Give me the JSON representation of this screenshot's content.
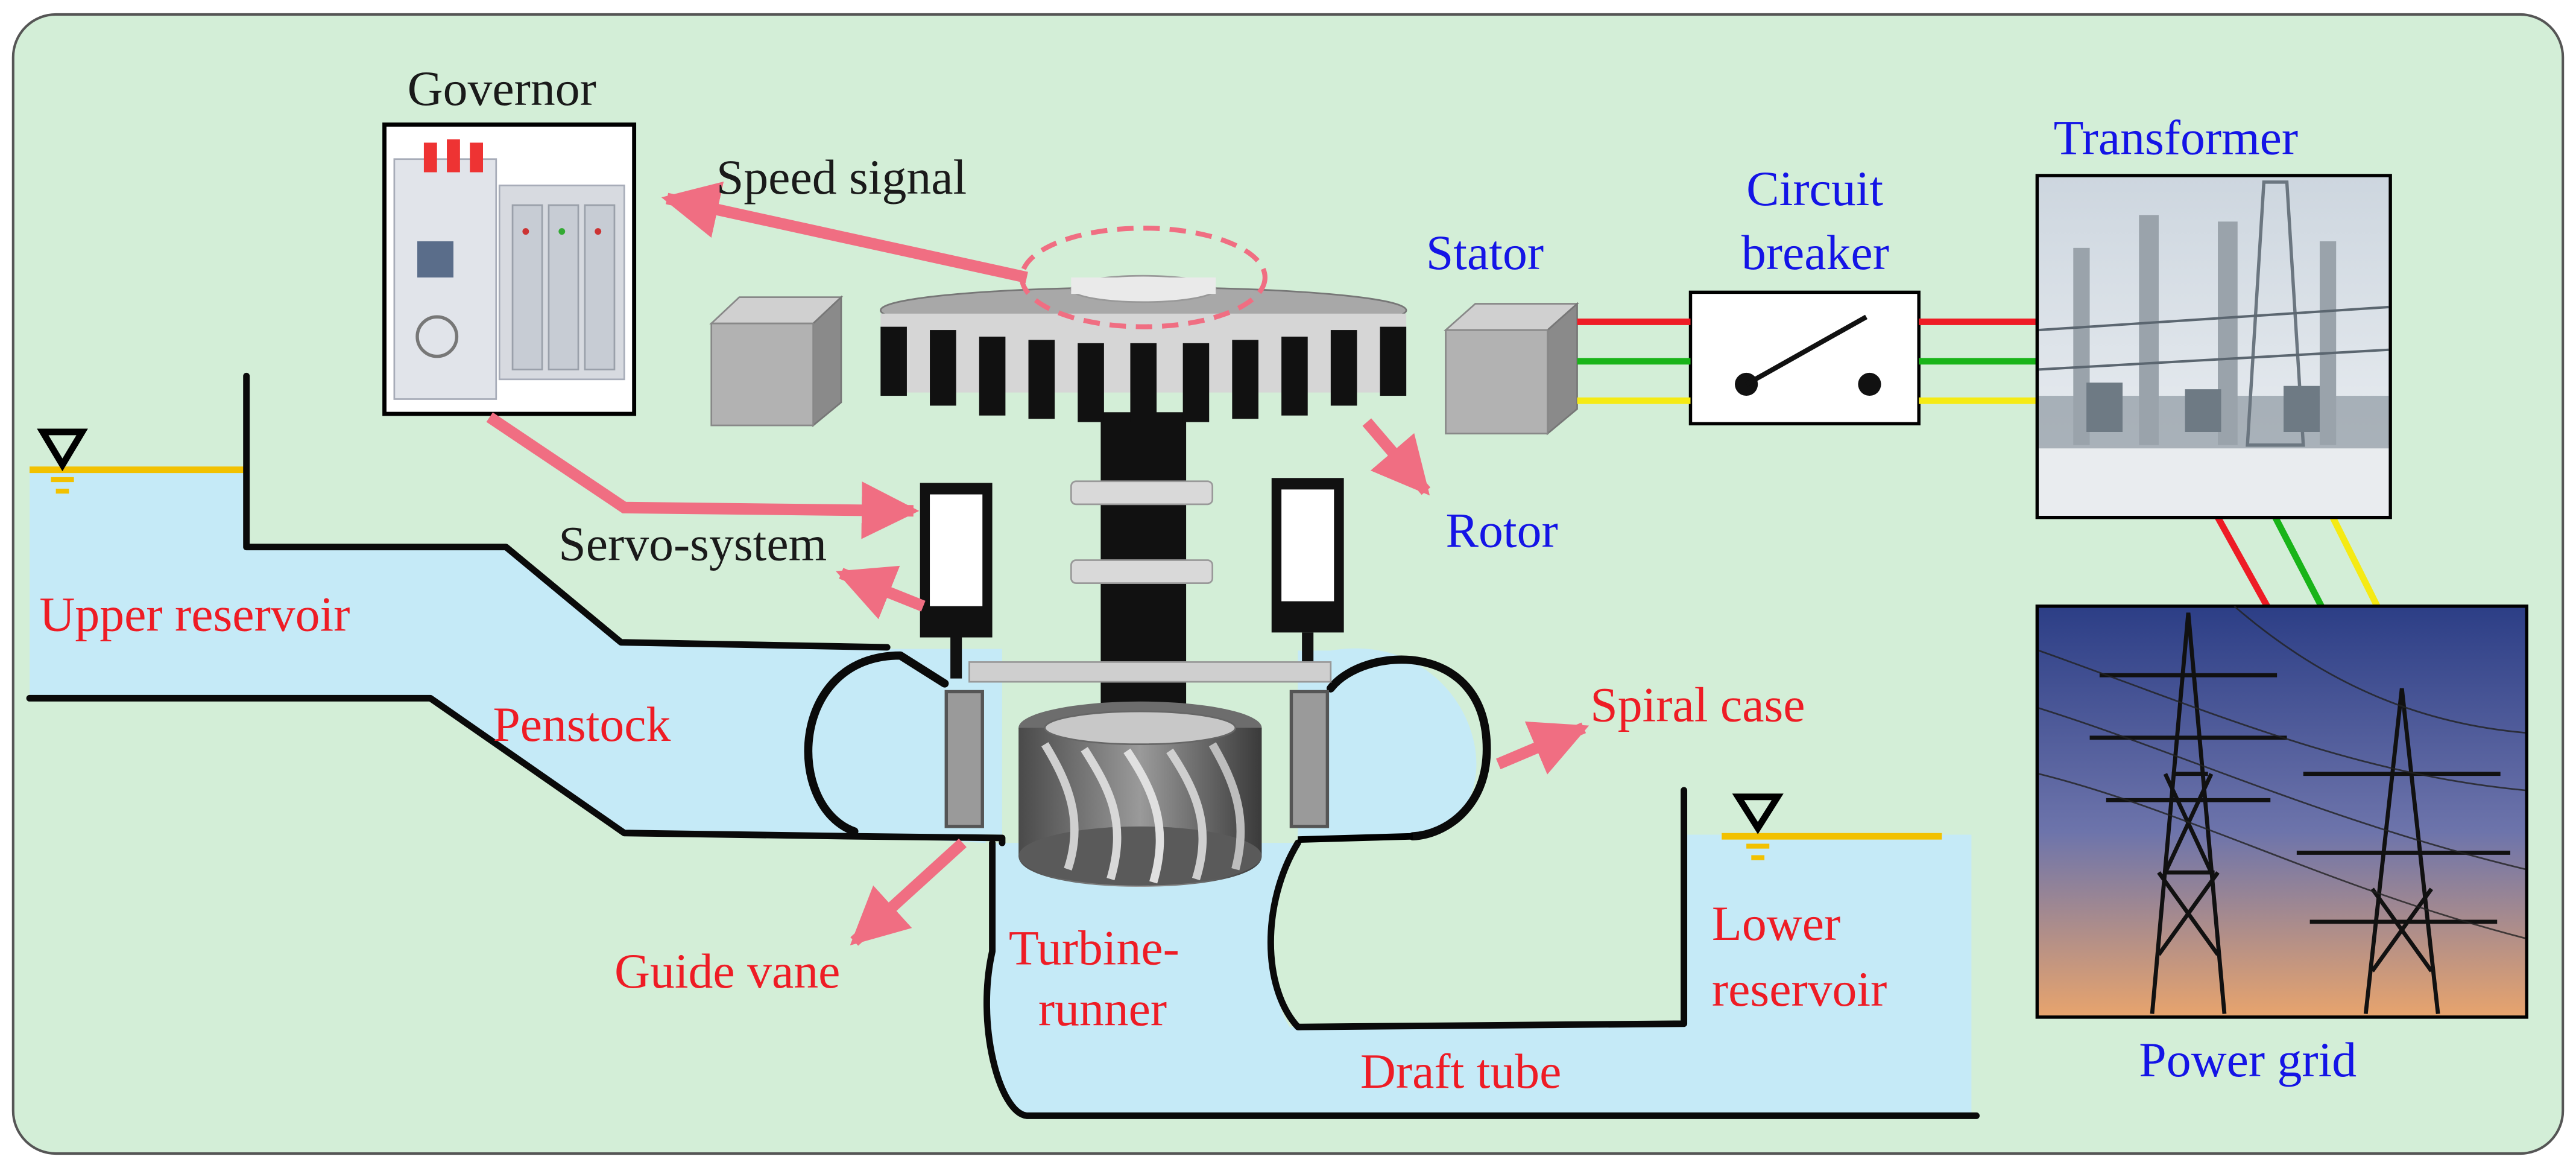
{
  "labels": {
    "governor": "Governor",
    "speed_signal": "Speed signal",
    "stator": "Stator",
    "circuit_breaker_line1": "Circuit",
    "circuit_breaker_line2": "breaker",
    "transformer": "Transformer",
    "servo_system": "Servo-system",
    "rotor": "Rotor",
    "upper_reservoir": "Upper reservoir",
    "penstock": "Penstock",
    "spiral_case": "Spiral case",
    "guide_vane": "Guide vane",
    "turbine_runner_line1": "Turbine-",
    "turbine_runner_line2": "runner",
    "lower_reservoir_line1": "Lower",
    "lower_reservoir_line2": "reservoir",
    "draft_tube": "Draft tube",
    "power_grid": "Power grid"
  },
  "colors": {
    "background": "#d3eed7",
    "water": "#c5eaf7",
    "label_blue": "#1414e6",
    "label_red": "#ee1c25",
    "arrow_pink": "#f06e82",
    "phase_red": "#ee1c25",
    "phase_green": "#19b419",
    "phase_yellow": "#f5ea14",
    "water_level_line": "#f2c100"
  },
  "icons": {
    "water_level": "water-level-triangle-icon",
    "breaker": "switch-icon",
    "governor_photo": "governor-cabinet-image",
    "transformer_photo": "substation-image",
    "power_grid_photo": "transmission-tower-image"
  }
}
